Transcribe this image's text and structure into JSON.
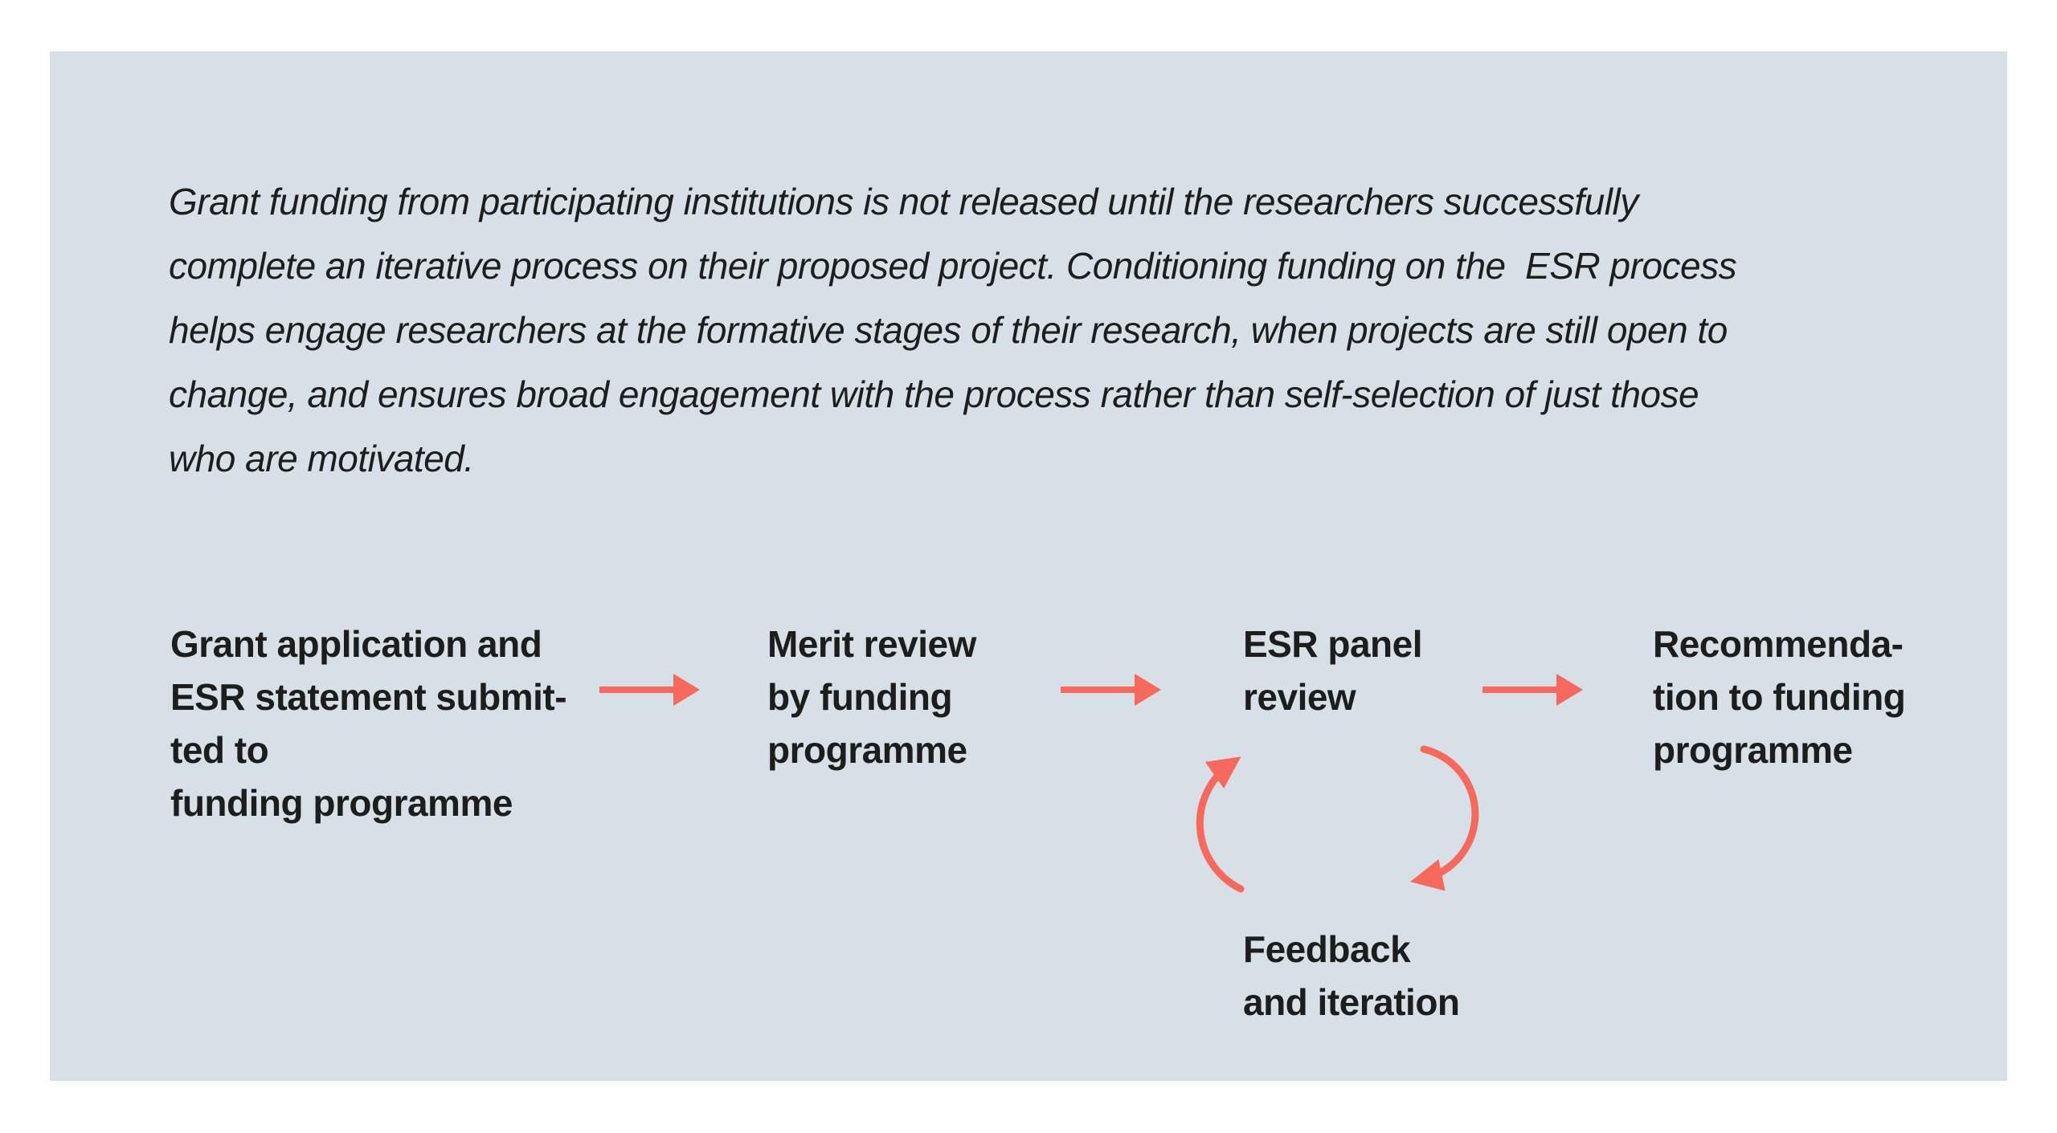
{
  "colors": {
    "page_bg": "#FFFFFF",
    "panel_bg": "#D7E0E6",
    "text": "#1D1D1B",
    "accent": "#F7695C"
  },
  "intro": {
    "lines": [
      "Grant funding from participating institutions is not released until the researchers successfully",
      "complete an iterative process on their proposed project. Conditioning funding on the  ESR process",
      "helps engage researchers at the formative stages of their research, when projects are still open to",
      "change, and ensures broad engagement with the process rather than self-selection of just those",
      "who are motivated."
    ]
  },
  "flow": {
    "steps": [
      {
        "lines": [
          "Grant application and",
          "ESR statement submit-",
          "ted to",
          "funding programme"
        ]
      },
      {
        "lines": [
          "Merit review",
          "by funding",
          "programme"
        ]
      },
      {
        "lines": [
          "ESR panel",
          "review"
        ]
      },
      {
        "lines": [
          "Recommenda-",
          "tion to funding",
          "programme"
        ]
      }
    ],
    "connector_icons": [
      "arrow-right",
      "arrow-right",
      "arrow-right"
    ],
    "loop_icons": [
      "curved-arrow-up",
      "curved-arrow-down"
    ],
    "loop_label": {
      "lines": [
        "Feedback",
        "and iteration"
      ]
    }
  }
}
